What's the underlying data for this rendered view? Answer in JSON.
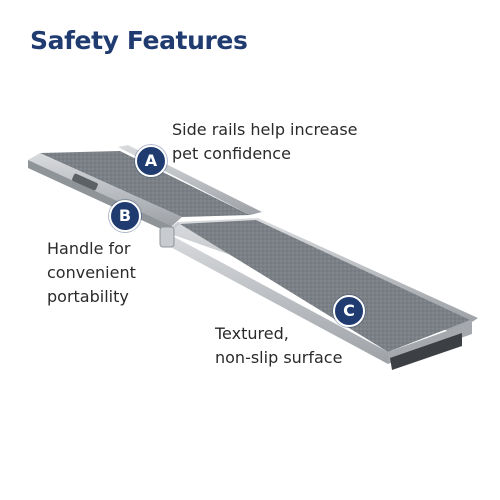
{
  "title": "Safety Features",
  "features": [
    {
      "letter": "A",
      "text": "Side rails help increase\npet confidence"
    },
    {
      "letter": "B",
      "text": "Handle for\nconvenient\nportability"
    },
    {
      "letter": "C",
      "text": "Textured,\nnon-slip surface"
    }
  ],
  "colors": {
    "accent": "#1f3b70",
    "rail": "#b9bcc0",
    "surface": "#7b8287"
  }
}
